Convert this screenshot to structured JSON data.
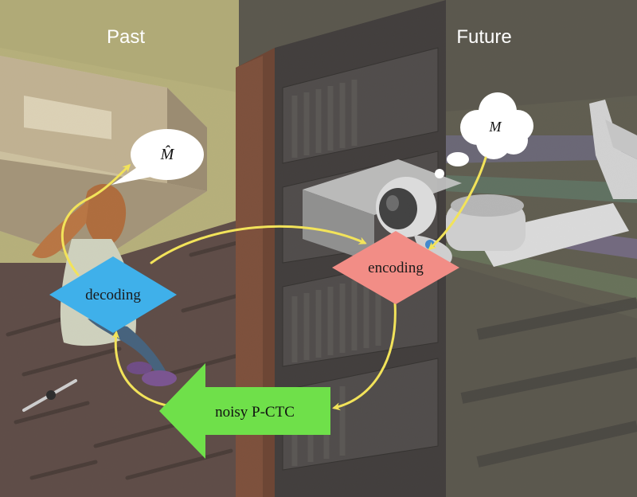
{
  "headings": {
    "past": "Past",
    "future": "Future"
  },
  "thought_bubbles": {
    "past": "M̂",
    "future": "M"
  },
  "nodes": {
    "decoding": "decoding",
    "encoding": "encoding",
    "channel": "noisy P-CTC"
  },
  "colors": {
    "decoding_node": "#3fb0ea",
    "encoding_node": "#f28d86",
    "channel_arrow": "#6fe04a",
    "flow_arrows": "#f2e35a",
    "past_wall": "#bdb67a",
    "future_wall": "#565247",
    "bookshelf": "#3a3634",
    "floor": "#5a4640"
  }
}
